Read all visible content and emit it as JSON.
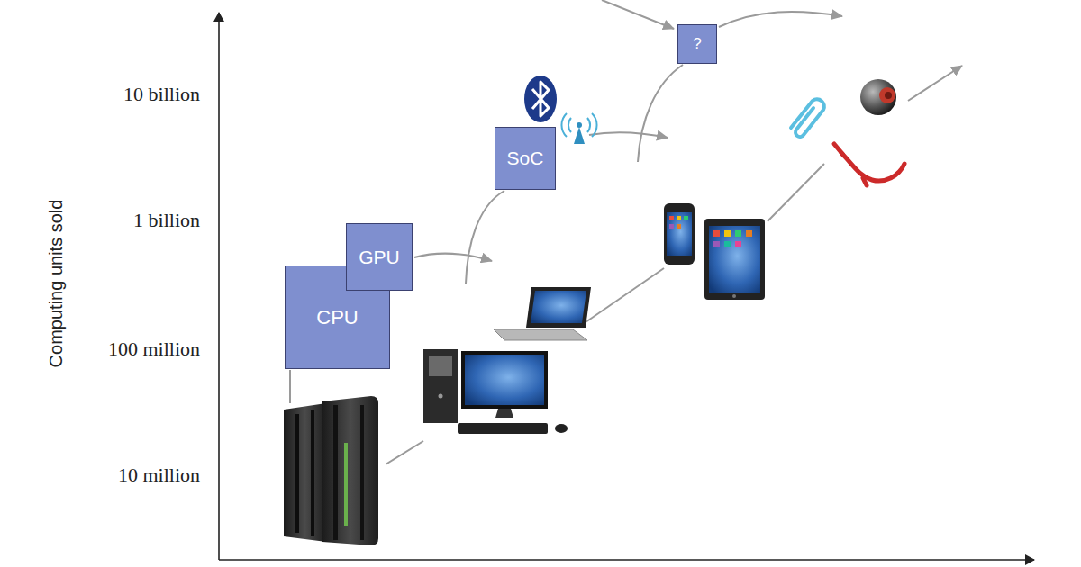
{
  "diagram": {
    "nodes": [
      {
        "text": [
          "CPU"
        ]
      },
      {
        "text": [
          "GPU"
        ]
      },
      {
        "text": [
          "SoC"
        ]
      },
      {
        "text": [
          "?"
        ]
      }
    ],
    "labels": [
      "Computing units sold",
      "10 billion",
      "1 billion",
      "100 million",
      "10 million"
    ]
  }
}
